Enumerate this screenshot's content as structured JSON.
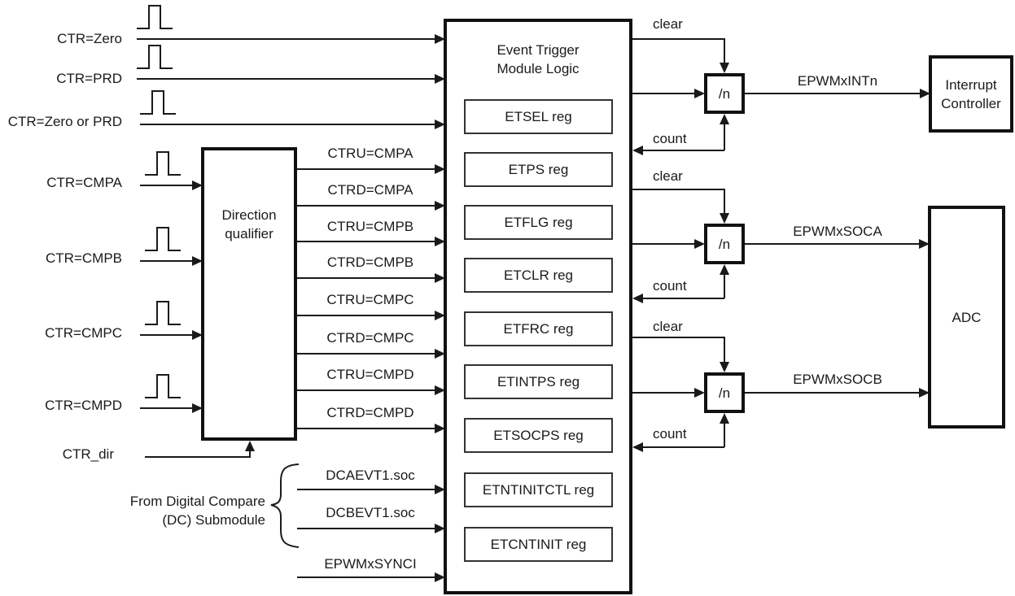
{
  "signals": {
    "timed_inputs": [
      "CTR=Zero",
      "CTR=PRD",
      "CTR=Zero or PRD"
    ],
    "compare_inputs": [
      "CTR=CMPA",
      "CTR=CMPB",
      "CTR=CMPC",
      "CTR=CMPD"
    ],
    "ctr_dir": "CTR_dir",
    "dq_outputs": [
      "CTRU=CMPA",
      "CTRD=CMPA",
      "CTRU=CMPB",
      "CTRD=CMPB",
      "CTRU=CMPC",
      "CTRD=CMPC",
      "CTRU=CMPD",
      "CTRD=CMPD"
    ],
    "dc_source_line1": "From Digital Compare",
    "dc_source_line2": "(DC) Submodule",
    "dc_signals": [
      "DCAEVT1.soc",
      "DCBEVT1.soc"
    ],
    "sync_input": "EPWMxSYNCI"
  },
  "direction_qualifier": {
    "line1": "Direction",
    "line2": "qualifier"
  },
  "et_module": {
    "title_line1": "Event Trigger",
    "title_line2": "Module Logic",
    "registers": [
      "ETSEL reg",
      "ETPS reg",
      "ETFLG reg",
      "ETCLR reg",
      "ETFRC reg",
      "ETINTPS reg",
      "ETSOCPS reg",
      "ETNTINITCTL reg",
      "ETCNTINIT reg"
    ]
  },
  "outputs": {
    "clear_label": "clear",
    "count_label": "count",
    "divider_label": "/n",
    "channels": [
      {
        "signal": "EPWMxINTn",
        "target_line1": "Interrupt",
        "target_line2": "Controller"
      },
      {
        "signal": "EPWMxSOCA",
        "target": "ADC"
      },
      {
        "signal": "EPWMxSOCB",
        "target": "ADC"
      }
    ],
    "adc_label": "ADC"
  },
  "colors": {
    "ink": "#1a1a1a",
    "background": "#ffffff"
  }
}
